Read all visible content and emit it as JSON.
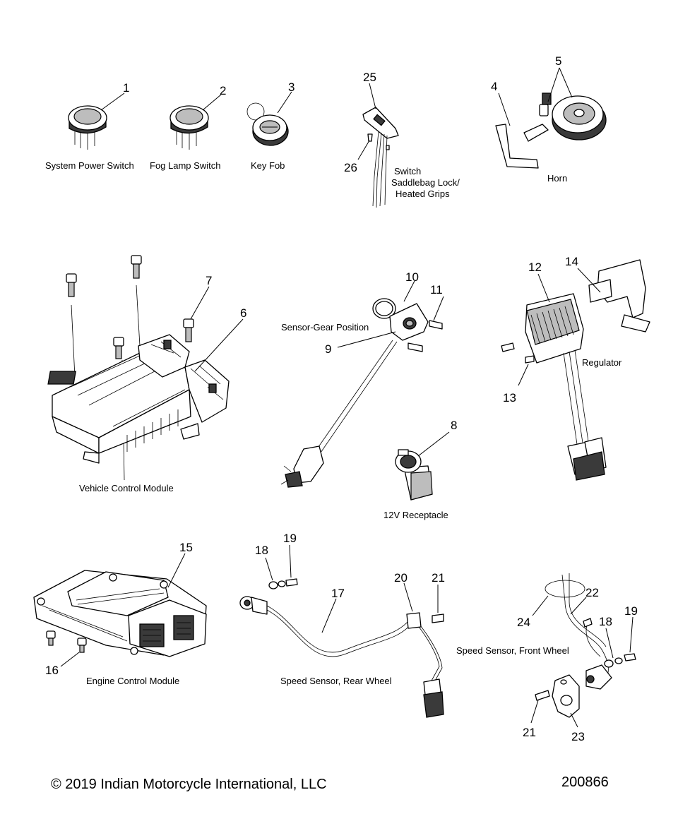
{
  "parts": {
    "system_power_switch": {
      "number": "1",
      "label": "System Power Switch"
    },
    "fog_lamp_switch": {
      "number": "2",
      "label": "Fog Lamp Switch"
    },
    "key_fob": {
      "number": "3",
      "label": "Key Fob"
    },
    "horn_bracket": {
      "number": "4"
    },
    "horn": {
      "number": "5",
      "label": "Horn"
    },
    "vcm_mount_screw": {
      "number": "6"
    },
    "vcm_screw": {
      "number": "7"
    },
    "receptacle": {
      "number": "8",
      "label": "12V Receptacle"
    },
    "gear_sensor": {
      "number": "9",
      "label": "Sensor-Gear Position"
    },
    "gear_sensor_oring": {
      "number": "10"
    },
    "gear_sensor_screw": {
      "number": "11"
    },
    "regulator": {
      "number": "12",
      "label": "Regulator"
    },
    "regulator_screw": {
      "number": "13"
    },
    "regulator_bracket": {
      "number": "14"
    },
    "ecm": {
      "number": "15",
      "label": "Engine Control Module"
    },
    "ecm_screw": {
      "number": "16"
    },
    "rear_speed_sensor": {
      "number": "17",
      "label": "Speed Sensor, Rear Wheel"
    },
    "washer_rear": {
      "number": "18"
    },
    "screw_rear": {
      "number": "19"
    },
    "clip_rear": {
      "number": "20"
    },
    "clip_screw_rear": {
      "number": "21"
    },
    "front_speed_sensor": {
      "number": "22",
      "label": "Speed Sensor, Front Wheel"
    },
    "front_sensor_bracket": {
      "number": "23"
    },
    "tie_strap": {
      "number": "24"
    },
    "switch_heated_grips": {
      "number": "25",
      "label_line1": "Switch",
      "label_line2": "Saddlebag Lock/",
      "label_line3": "Heated Grips"
    },
    "switch_screw": {
      "number": "26"
    },
    "washer_front": {
      "number": "18"
    },
    "screw_front": {
      "number": "19"
    },
    "clip_screw_front": {
      "number": "21"
    },
    "vehicle_control_module": {
      "label": "Vehicle Control Module"
    }
  },
  "footer": {
    "copyright": "© 2019 Indian Motorcycle International, LLC",
    "diagram_id": "200866"
  }
}
